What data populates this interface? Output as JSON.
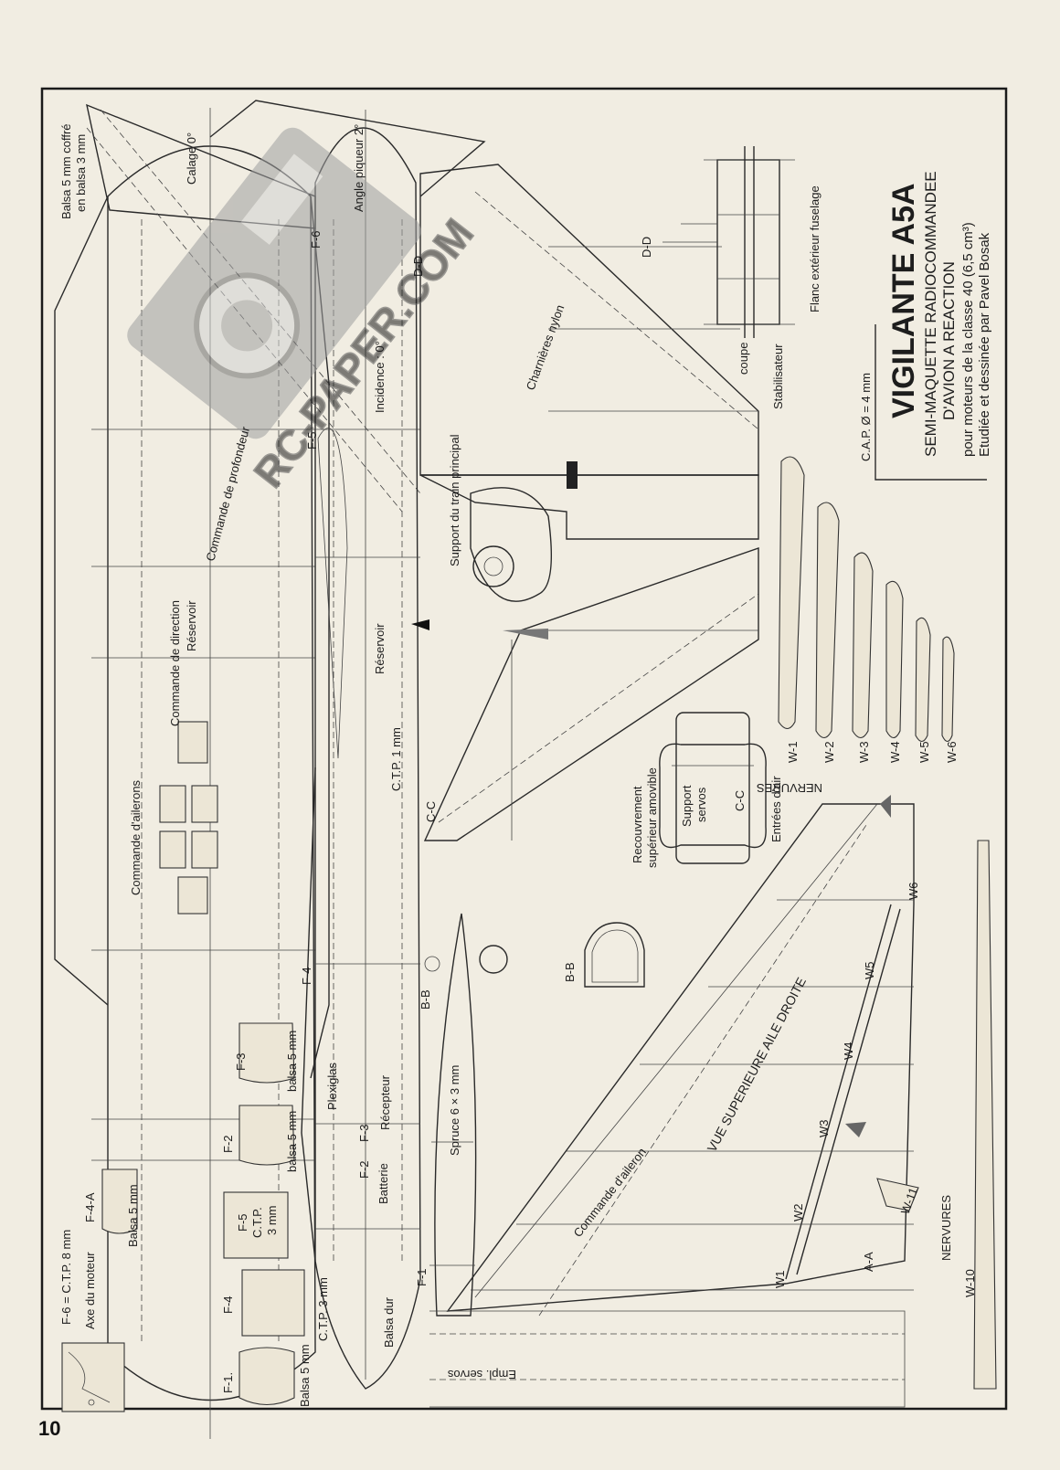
{
  "page_number": "10",
  "title_block": {
    "title": "VIGILANTE A5A",
    "line1": "SEMI-MAQUETTE RADIOCOMMANDEE",
    "line2": "D'AVION A REACTION",
    "line3": "pour moteurs de la classe 40 (6,5 cm³)",
    "line4": "Etudiée et dessinée par Pavel Bosak",
    "cap_note": "C.A.P. Ø = 4 mm"
  },
  "watermark": {
    "text": "RC-PAPER.COM"
  },
  "fuselage_side_labels": {
    "balsa_coffre": "Balsa 5 mm coffré",
    "balsa_coffre2": "en balsa 3 mm",
    "calage": "Calage 0°",
    "angle_piqueur": "Angle piqueur 2°",
    "f6": "F-6",
    "dd": "D-D",
    "incidence": "Incidence : 0°",
    "f5": "F-5",
    "reservoir_side": "Réservoir",
    "ctp1": "C.T.P. 1 mm",
    "cc": "C-C",
    "f4": "F-4",
    "bb": "B-B",
    "recepteur": "Récepteur",
    "plexiglas": "Plexiglas",
    "f3": "F-3",
    "f2": "F-2",
    "batterie": "Batterie",
    "f1": "F-1",
    "balsa_dur": "Balsa dur",
    "ctp3": "C.T.P. 3 mm"
  },
  "fuselage_top_labels": {
    "commande_profondeur": "Commande de profondeur",
    "commande_direction": "Commande de direction",
    "reservoir_top": "Réservoir",
    "commande_ailerons": "Commande d'ailerons"
  },
  "formers": {
    "f6_ctp": "F-6 = C.T.P. 8 mm",
    "axe_moteur": "Axe du moteur",
    "f4a": "F-4-A",
    "balsa5_a": "Balsa 5 mm",
    "f3": "F-3",
    "balsa5_b": "balsa 5 mm",
    "f2": "F-2",
    "balsa5_c": "balsa 5 mm",
    "f5": "F-5",
    "f5_mat": "C.T.P.",
    "f5_thk": "3 mm",
    "f4": "F-4",
    "f1": "F-1.",
    "balsa5_d": "Balsa 5 mm"
  },
  "stabilizer": {
    "charnieres": "Charnières nylon",
    "support_train": "Support du train principal",
    "coupe": "coupe",
    "stabilisateur": "Stabilisateur",
    "flanc": "Flanc extérieur fuselage",
    "dd": "D-D"
  },
  "section_cc": {
    "recouvrement1": "Recouvrement",
    "recouvrement2": "supérieur amovible",
    "support_servos1": "Support",
    "support_servos2": "servos",
    "cc": "C-C",
    "entrees_air": "Entrées d'air"
  },
  "section_bb": {
    "label": "B-B",
    "spruce": "Spruce 6 × 3 mm"
  },
  "ribs": {
    "title": "NERVURES",
    "items": [
      "W-1",
      "W-2",
      "W-3",
      "W-4",
      "W-5",
      "W-6"
    ],
    "w10": "W-10",
    "w11": "W-11",
    "title2": "NERVURES"
  },
  "wing": {
    "view": "VUE SUPERIEURE AILE DROITE",
    "aileron": "Commande d'aileron",
    "stations": [
      "W1",
      "W2",
      "W3",
      "W4",
      "W5",
      "W6"
    ],
    "aa": "A-A",
    "empl_servos": "Empl. servos"
  }
}
